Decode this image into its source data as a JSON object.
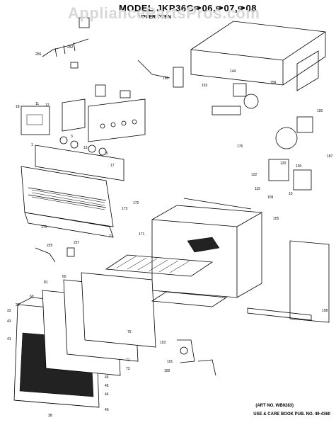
{
  "header": {
    "watermark": "AppliancePartsPros.com",
    "model_title": "MODEL  JKP36G✑06,✑07,✑08",
    "subtitle": "UPPER OVEN"
  },
  "footer": {
    "art_no": "(ART NO. WB9283)",
    "use_care": "USE & CARE BOOK PUB. NO. 49-4360"
  },
  "callouts": [
    {
      "id": "c1",
      "label": "256"
    },
    {
      "id": "c2",
      "label": "252"
    },
    {
      "id": "c3",
      "label": "150"
    },
    {
      "id": "c4",
      "label": "153"
    },
    {
      "id": "c5",
      "label": "144"
    },
    {
      "id": "c6",
      "label": "159"
    },
    {
      "id": "c7",
      "label": "190"
    },
    {
      "id": "c8",
      "label": "12"
    },
    {
      "id": "c9",
      "label": "11"
    },
    {
      "id": "c10",
      "label": "18"
    },
    {
      "id": "c11",
      "label": "1"
    },
    {
      "id": "c12",
      "label": "3"
    },
    {
      "id": "c13",
      "label": "13"
    },
    {
      "id": "c14",
      "label": "5"
    },
    {
      "id": "c15",
      "label": "176"
    },
    {
      "id": "c16",
      "label": "122"
    },
    {
      "id": "c17",
      "label": "115"
    },
    {
      "id": "c18",
      "label": "10"
    },
    {
      "id": "c19",
      "label": "109"
    },
    {
      "id": "c20",
      "label": "17"
    },
    {
      "id": "c21",
      "label": "172"
    },
    {
      "id": "c22",
      "label": "173"
    },
    {
      "id": "c23",
      "label": "171"
    },
    {
      "id": "c24",
      "label": "170"
    },
    {
      "id": "c25",
      "label": "225"
    },
    {
      "id": "c26",
      "label": "227"
    },
    {
      "id": "c27",
      "label": "27"
    },
    {
      "id": "c28",
      "label": "105"
    },
    {
      "id": "c29",
      "label": "108"
    },
    {
      "id": "c30",
      "label": "103"
    },
    {
      "id": "c31",
      "label": "101"
    },
    {
      "id": "c32",
      "label": "71"
    },
    {
      "id": "c33",
      "label": "73"
    },
    {
      "id": "c34",
      "label": "46"
    },
    {
      "id": "c35",
      "label": "45"
    },
    {
      "id": "c36",
      "label": "44"
    },
    {
      "id": "c37",
      "label": "40"
    },
    {
      "id": "c38",
      "label": "43"
    },
    {
      "id": "c39",
      "label": "41"
    },
    {
      "id": "c40",
      "label": "38"
    },
    {
      "id": "c41",
      "label": "60"
    },
    {
      "id": "c42",
      "label": "100"
    },
    {
      "id": "c43",
      "label": "29"
    },
    {
      "id": "c44",
      "label": "33"
    },
    {
      "id": "c45",
      "label": "65"
    },
    {
      "id": "c46",
      "label": "75"
    },
    {
      "id": "c47",
      "label": "187"
    },
    {
      "id": "c48",
      "label": "130"
    },
    {
      "id": "c49",
      "label": "120"
    },
    {
      "id": "c50",
      "label": "81"
    }
  ]
}
